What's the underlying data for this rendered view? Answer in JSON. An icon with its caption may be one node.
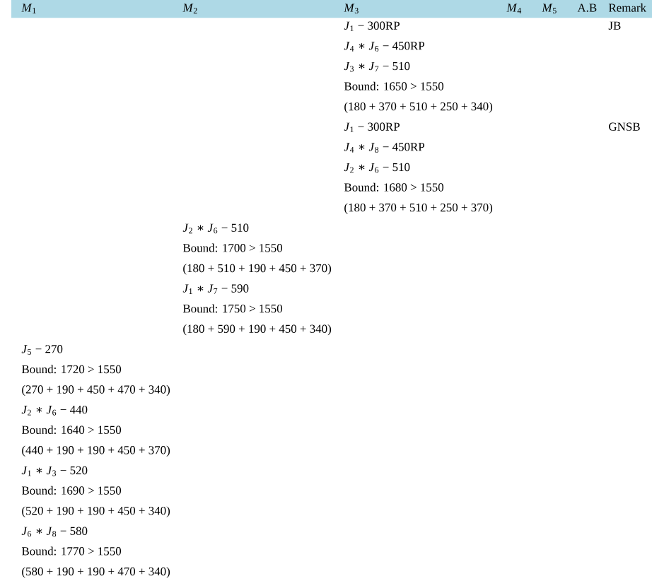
{
  "diagram": {
    "labels": [
      "*M*$_{1}$",
      "*M*$_{2}$",
      "*M*$_{3}$",
      "*M*$_{4}$",
      "*M*$_{5}$",
      "A.B",
      "Remark",
      "*J*$_{1}$ − 300RP",
      "JB",
      "*J*$_{4}$ ∗ *J*$_{6}$ − 450RP",
      "*J*$_{3}$ ∗ *J*$_{7}$ − 510",
      "Bound: 1650 > 1550",
      "(180 + 370 + 510 + 250 + 340)",
      "*J*$_{1}$ − 300RP",
      "GNSB",
      "*J*$_{4}$ ∗ *J*$_{8}$ − 450RP",
      "*J*$_{2}$ ∗ *J*$_{6}$ − 510",
      "Bound: 1680 > 1550",
      "(180 + 370 + 510 + 250 + 370)",
      "*J*$_{2}$ ∗ *J*$_{6}$ − 510",
      "Bound: 1700 > 1550",
      "(180 + 510 + 190 + 450 + 370)",
      "*J*$_{1}$ ∗ *J*$_{7}$ − 590",
      "Bound: 1750 > 1550",
      "(180 + 590 + 190 + 450 + 340)",
      "*J*$_{5}$ − 270",
      "Bound: 1720 > 1550",
      "(270 + 190 + 450 + 470 + 340)",
      "*J*$_{2}$ ∗ *J*$_{6}$ − 440",
      "Bound: 1640 > 1550",
      "(440 + 190 + 190 + 450 + 370)",
      "*J*$_{1}$ ∗ *J*$_{3}$ − 520",
      "Bound: 1690 > 1550",
      "(520 + 190 + 190 + 450 + 340)",
      "*J*$_{6}$ ∗ *J*$_{8}$ − 580",
      "Bound: 1770 > 1550",
      "(580 + 190 + 190 + 470 + 340)"
    ]
  }
}
